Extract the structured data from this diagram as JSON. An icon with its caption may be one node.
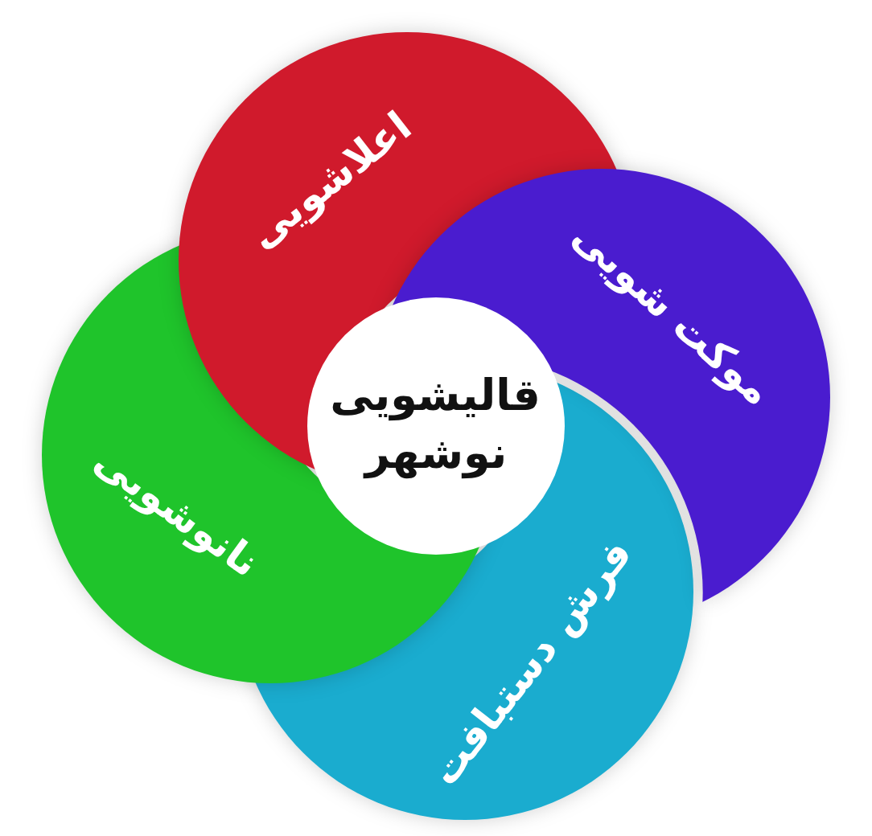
{
  "diagram": {
    "nodes": [
      {
        "text": [
          "قالیشویی نوشهر"
        ]
      },
      {
        "text": [
          "اعلاشویی"
        ]
      },
      {
        "text": [
          "موکت شویی"
        ]
      },
      {
        "text": [
          "فرش دستبافت"
        ]
      },
      {
        "text": [
          "نانوشویی"
        ]
      }
    ]
  }
}
